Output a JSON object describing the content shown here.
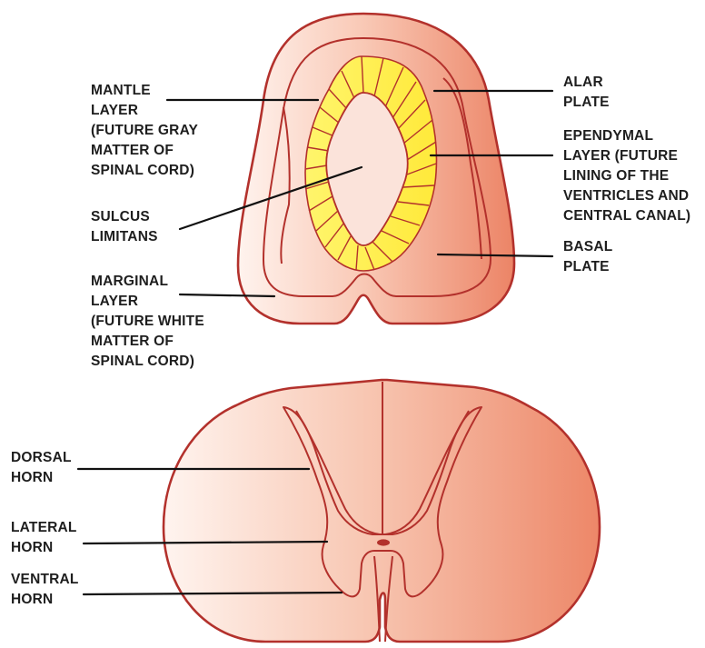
{
  "colors": {
    "outline": "#b3312c",
    "tissue_light": "#fff1ea",
    "tissue_dark": "#ef8a6c",
    "ependymal": "#fff35a",
    "leader": "#111111",
    "label_text": "#1e1e1e"
  },
  "upper_diagram": {
    "labels": {
      "mantle_layer": [
        "MANTLE",
        "LAYER",
        "(FUTURE GRAY",
        "MATTER OF",
        "SPINAL CORD)"
      ],
      "sulcus_limitans": [
        "SULCUS",
        "LIMITANS"
      ],
      "marginal_layer": [
        "MARGINAL",
        "LAYER",
        "(FUTURE WHITE",
        "MATTER OF",
        "SPINAL CORD)"
      ],
      "alar_plate": [
        "ALAR",
        "PLATE"
      ],
      "ependymal_layer": [
        "EPENDYMAL",
        "LAYER (FUTURE",
        "LINING OF THE",
        "VENTRICLES AND",
        "CENTRAL CANAL)"
      ],
      "basal_plate": [
        "BASAL",
        "PLATE"
      ]
    }
  },
  "lower_diagram": {
    "labels": {
      "dorsal_horn": [
        "DORSAL",
        "HORN"
      ],
      "lateral_horn": [
        "LATERAL",
        "HORN"
      ],
      "ventral_horn": [
        "VENTRAL",
        "HORN"
      ]
    }
  }
}
